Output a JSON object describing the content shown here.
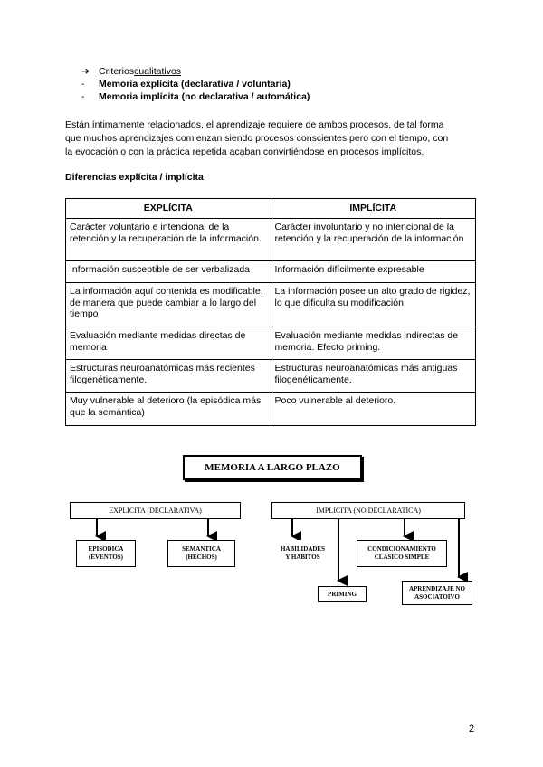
{
  "bullets": [
    {
      "mark": "➔",
      "text_prefix": "Criterios ",
      "text_underlined": "cualitativos"
    },
    {
      "mark": "-",
      "text": "Memoria explícita (declarativa / voluntaria)"
    },
    {
      "mark": "-",
      "text": "Memoria implícita (no declarativa  / automática)"
    }
  ],
  "paragraph": [
    "Están íntimamente relacionados, el aprendizaje requiere de ambos procesos, de tal forma",
    "que muchos aprendizajes comienzan siendo procesos conscientes pero con el tiempo, con",
    "la evocación o con la práctica repetida acaban convirtiéndose en procesos implícitos."
  ],
  "subheading": "Diferencias explícita / implícita",
  "table": {
    "headers": [
      "EXPLÍCITA",
      "IMPLÍCITA"
    ],
    "rows": [
      [
        "Carácter voluntario e intencional de la retención y la recuperación de la información.",
        "Carácter involuntario y no intencional de la retención y la recuperación de la información"
      ],
      [
        "Información susceptible de ser verbalizada",
        " Información difícilmente expresable"
      ],
      [
        " La información aquí contenida es modificable, de manera que puede cambiar a lo largo del tiempo",
        "La información posee un alto grado de rigidez, lo que dificulta su modificación"
      ],
      [
        "Evaluación mediante medidas directas de memoria",
        "Evaluación mediante medidas indirectas de memoria. Efecto priming."
      ],
      [
        "Estructuras neuroanatómicas más recientes filogenéticamente.",
        "Estructuras neuroanatómicas más antiguas filogenéticamente."
      ],
      [
        " Muy vulnerable al deterioro (la episódica más que la semántica)",
        "Poco vulnerable al deterioro."
      ]
    ]
  },
  "diagram": {
    "title": "MEMORIA A LARGO PLAZO",
    "explicit": "EXPLICITA (DECLARATIVA)",
    "implicit": "IMPLICITA (NO DECLARATICA)",
    "episodica": [
      "EPISODICA",
      "(EVENTOS)"
    ],
    "semantica": [
      "SEMANTICA",
      "(HECHOS)"
    ],
    "habilidades": [
      "HABILIDADES",
      "Y HABITOS"
    ],
    "condicionamiento": [
      "CONDICIONAMIENTO",
      "CLASICO SIMPLE"
    ],
    "priming": "PRIMING",
    "aprendizaje": [
      "APRENDIZAJE NO",
      "ASOCIATOIVO"
    ]
  },
  "page_number": "2"
}
